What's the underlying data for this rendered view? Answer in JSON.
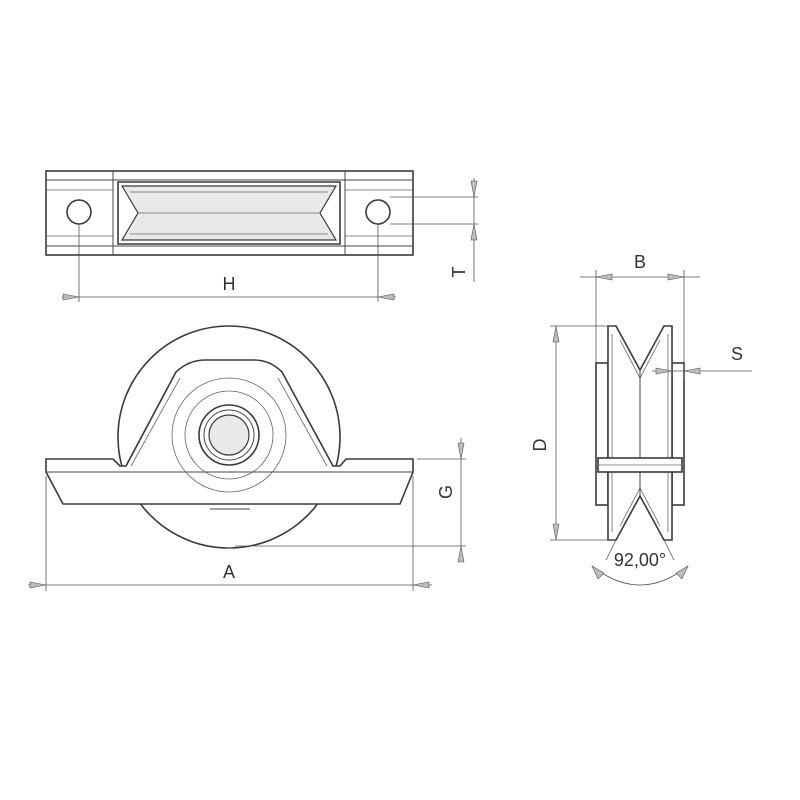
{
  "drawing": {
    "labels": {
      "H": "H",
      "T": "T",
      "A": "A",
      "G": "G",
      "B": "B",
      "S": "S",
      "D": "D",
      "angle": "92,00°"
    },
    "colors": {
      "stroke": "#3a3a3a",
      "groove": "#e9e9e9",
      "arrow": "#bdbdbd"
    }
  }
}
